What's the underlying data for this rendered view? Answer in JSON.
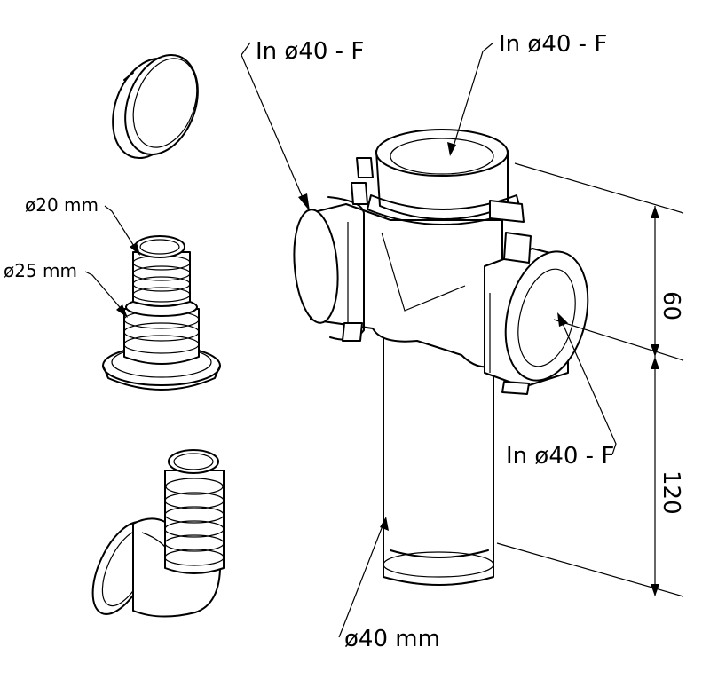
{
  "labels": {
    "top_left_inlet": "In ø40 - F",
    "top_inlet": "In ø40 - F",
    "side_inlet": "In ø40 - F",
    "outlet": "ø40 mm",
    "hose_small": "ø20 mm",
    "hose_large": "ø25 mm",
    "dim_upper": "60",
    "dim_lower": "120"
  }
}
